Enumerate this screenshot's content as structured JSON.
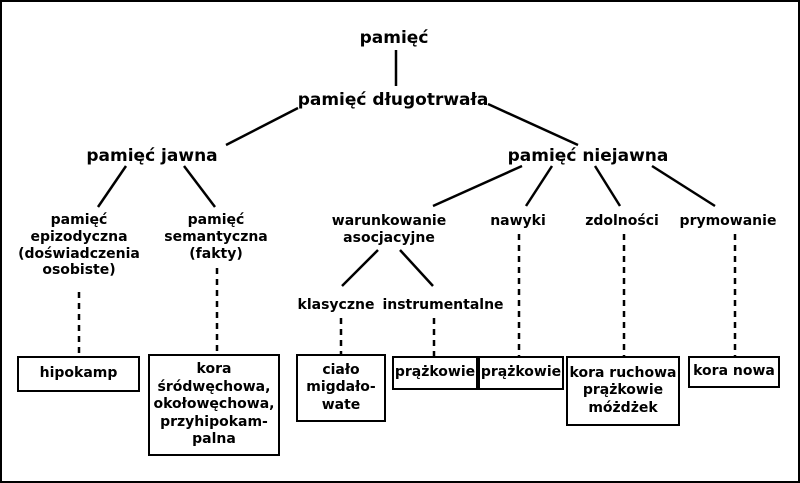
{
  "nodes": {
    "root": "pamięć",
    "long_term": "pamięć długotrwała",
    "explicit": "pamięć jawna",
    "implicit": "pamięć niejawna",
    "episodic": [
      "pamięć",
      "epizodyczna",
      "(doświadczenia",
      "osobiste)"
    ],
    "semantic": [
      "pamięć",
      "semantyczna",
      "(fakty)"
    ],
    "conditioning": [
      "warunkowanie",
      "asocjacyjne"
    ],
    "skills": "nawyki",
    "abilities": "zdolności",
    "priming": "prymowanie",
    "classical": "klasyczne",
    "instrumental": "instrumentalne"
  },
  "structures": {
    "hippocampus": [
      "hipokamp"
    ],
    "cortex": [
      "kora",
      "śródwęchowa,",
      "okołowęchowa,",
      "przyhipokam-",
      "palna"
    ],
    "amygdala": [
      "ciało",
      "migdało-",
      "wate"
    ],
    "striatum_1": [
      "prążkowie"
    ],
    "striatum_2": [
      "prążkowie"
    ],
    "motor": [
      "kora ruchowa",
      "prążkowie",
      "móżdżek"
    ],
    "neocortex": [
      "kora nowa"
    ]
  }
}
